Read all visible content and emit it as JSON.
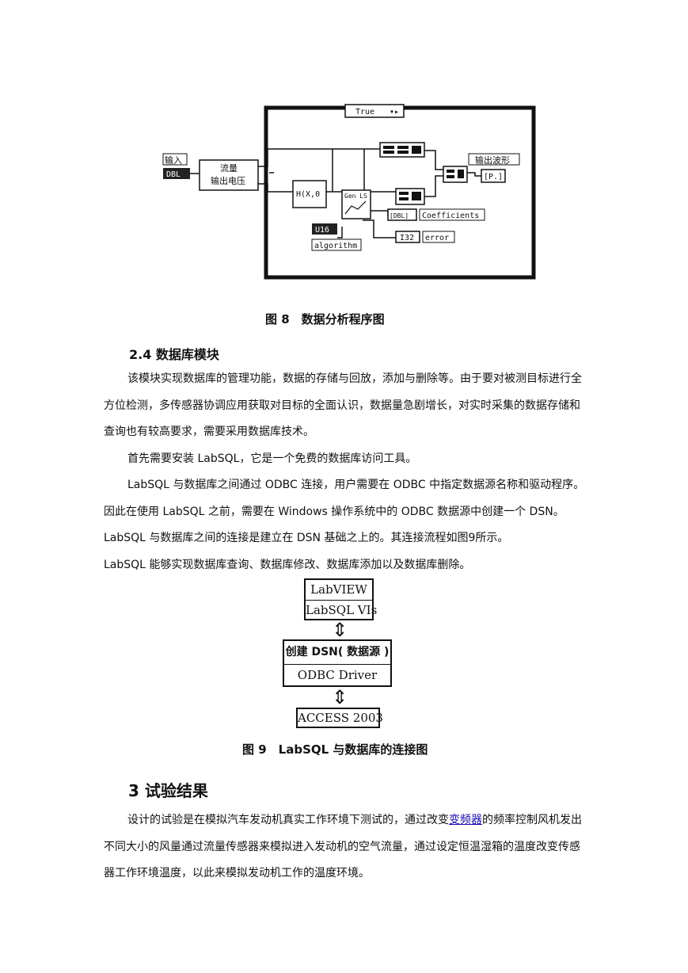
{
  "figure8": {
    "case_label": "True",
    "input_label": "输入",
    "input_terminal": "DBL",
    "subvi_line1": "流量",
    "subvi_line2": "输出电压",
    "formula_node": "H(X,0",
    "fit_vi": "Gen LS",
    "output_label": "输出波形",
    "output_terminal": "[P.]",
    "coeff_terminal": "[DBL]",
    "coeff_label": "Coefficients",
    "algo_terminal": "U16",
    "algo_label": "algorithm",
    "error_terminal": "I32",
    "error_label": "error",
    "caption": "图 8　数据分析程序图"
  },
  "section_2_4": {
    "heading": "2.4 数据库模块",
    "p1": "该模块实现数据库的管理功能，数据的存储与回放，添加与删除等。由于要对被测目标进行全方位检测，多传感器协调应用获取对目标的全面认识，数据量急剧增长，对实时采集的数据存储和查询也有较高要求，需要采用数据库技术。",
    "p2": "首先需要安装 LabSQL，它是一个免费的数据库访问工具。",
    "p3": "LabSQL 与数据库之间通过 ODBC 连接，用户需要在 ODBC 中指定数据源名称和驱动程序。因此在使用 LabSQL 之前，需要在 Windows 操作系统中的 ODBC 数据源中创建一个 DSN。LabSQL 与数据库之间的连接是建立在 DSN 基础之上的。其连接流程如图9所示。",
    "p4": "LabSQL 能够实现数据库查询、数据库修改、数据库添加以及数据库删除。"
  },
  "figure9": {
    "box1_top": "LabVIEW",
    "box1_bottom": "LabSQL VIs",
    "box2_top": "创建 DSN( 数据源 )",
    "box2_bottom": "ODBC Driver",
    "box3": "ACCESS 2003",
    "caption": "图 9　LabSQL 与数据库的连接图"
  },
  "section_3": {
    "heading": "3 试验结果",
    "p1_before": "设计的试验是在模拟汽车发动机真实工作环境下测试的，通过改变",
    "p1_link": "变频器",
    "p1_after": "的频率控制风机发出不同大小的风量通过流量传感器来模拟进入发动机的空气流量，通过设定恒温湿箱的温度改变传感器工作环境温度，以此来模拟发动机工作的温度环境。"
  }
}
